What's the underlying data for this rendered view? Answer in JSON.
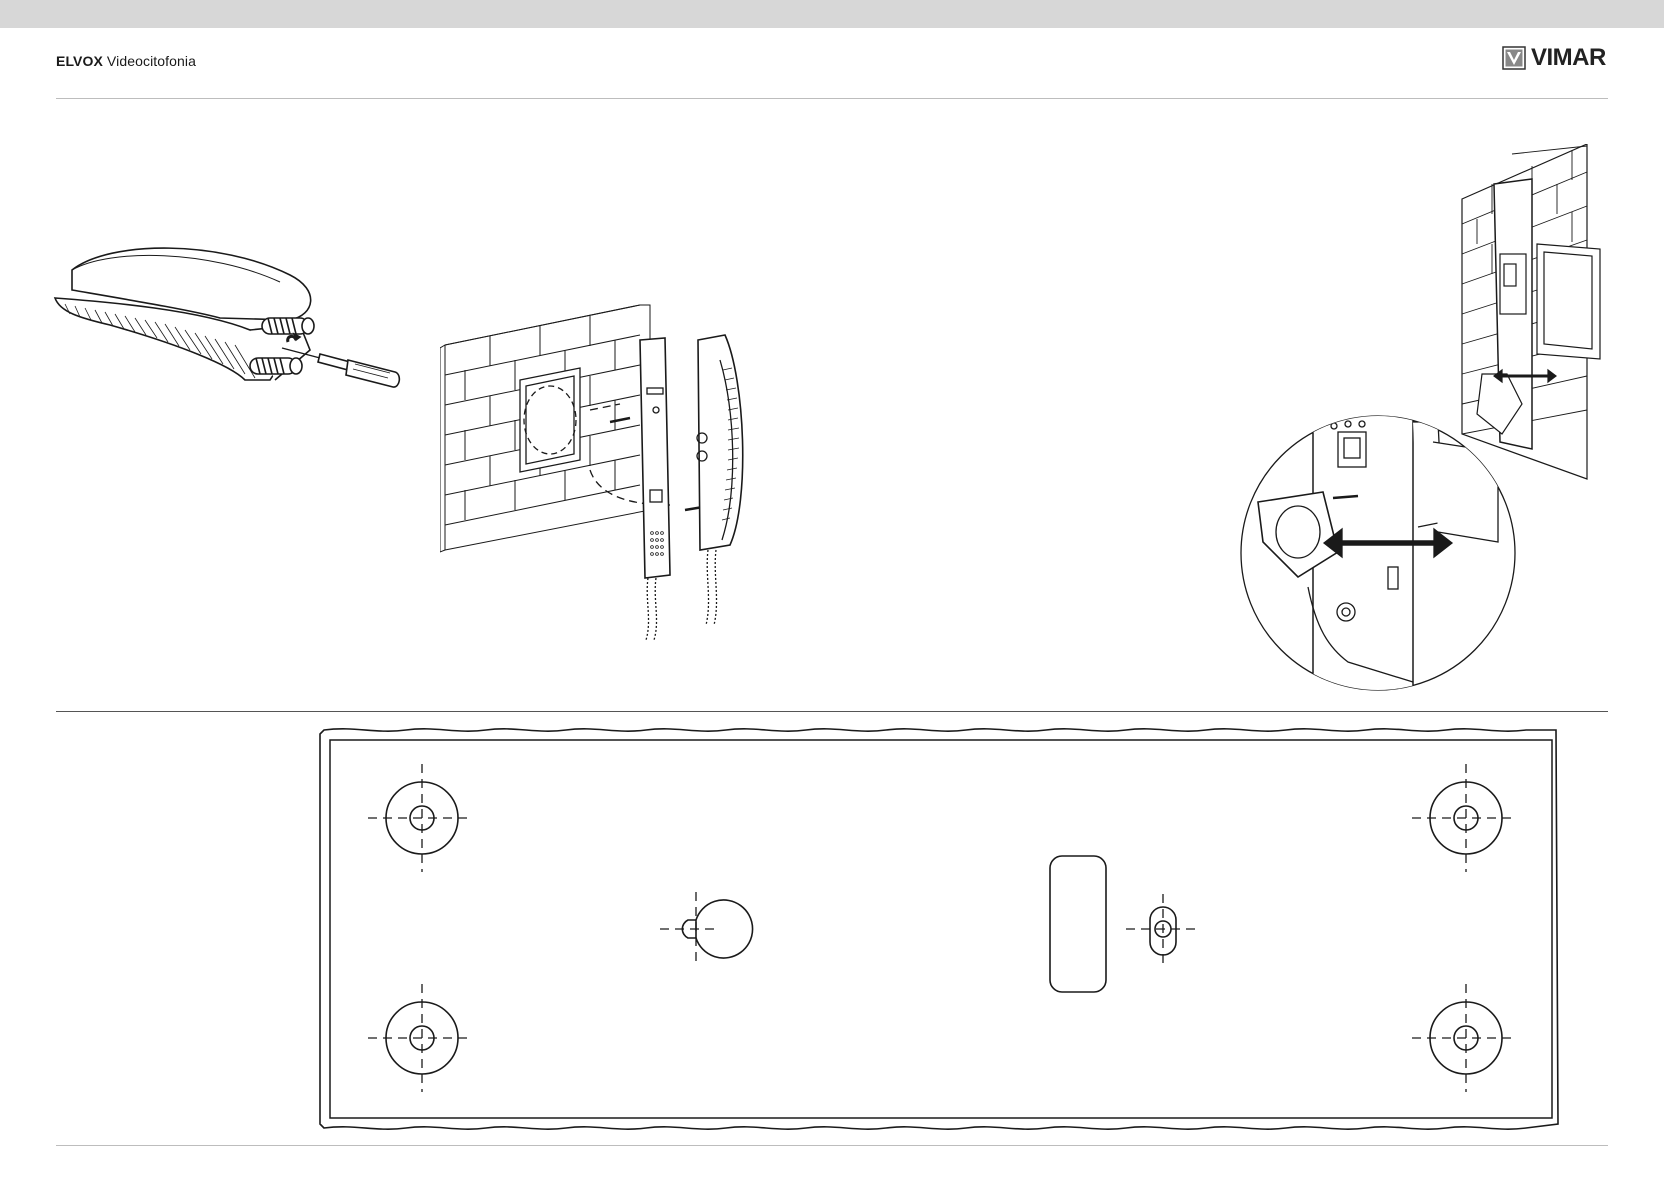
{
  "header": {
    "brand": "ELVOX",
    "product_line": "Videocitofonia",
    "logo_text": "VIMAR"
  },
  "figures": {
    "handset_screwdriver": {
      "icon": "handset-screwdriver-illustration"
    },
    "wall_mount": {
      "icon": "wall-mount-exploded-illustration"
    },
    "bracket_adjust": {
      "icon": "bracket-adjust-illustration"
    },
    "detail_zoom": {
      "icon": "detail-magnifier-illustration"
    },
    "drilling_template": {
      "icon": "drilling-template"
    }
  },
  "colors": {
    "line": "#1a1a1a",
    "topbar": "#d7d7d7",
    "rule": "#bdbdbd"
  }
}
